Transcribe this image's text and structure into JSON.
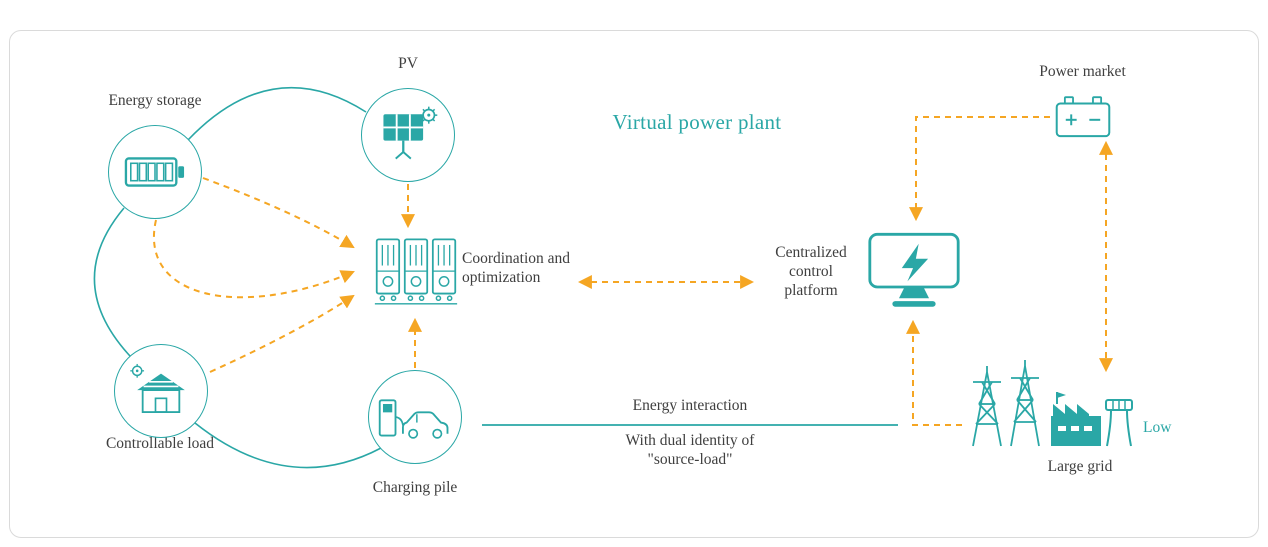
{
  "diagram": {
    "title": "Virtual power plant",
    "nodes": {
      "energy_storage": "Energy storage",
      "pv": "PV",
      "controllable_load": "Controllable load",
      "charging_pile": "Charging pile",
      "power_market": "Power market",
      "large_grid": "Large grid",
      "low_label": "Low"
    },
    "coordination": {
      "line1": "Coordination and",
      "line2": "optimization"
    },
    "centralized": {
      "line1": "Centralized",
      "line2": "control",
      "line3": "platform"
    },
    "energy_interaction": {
      "title": "Energy interaction",
      "subtitle_line1": "With dual identity of",
      "subtitle_line2": "\"source-load\""
    },
    "colors": {
      "teal": "#2aa7a6",
      "orange": "#f5a623"
    }
  }
}
